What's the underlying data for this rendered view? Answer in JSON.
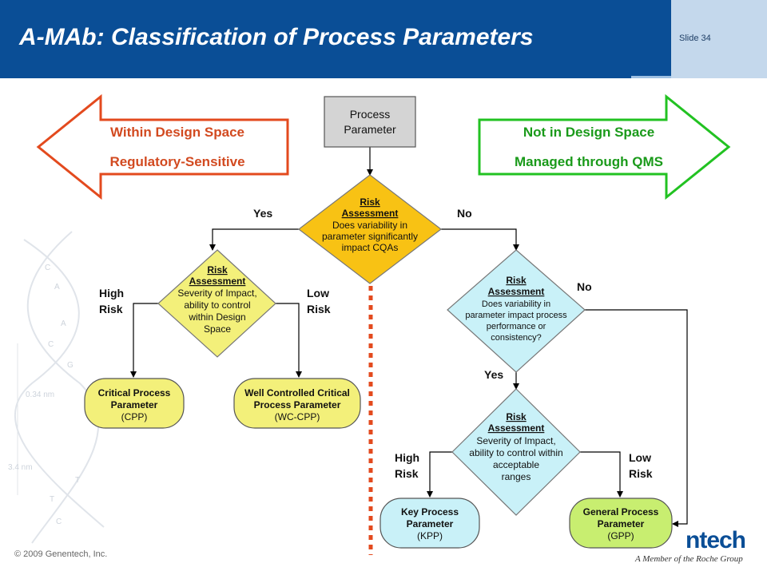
{
  "header": {
    "title": "A-MAb: Classification of Process Parameters",
    "slide": "Slide 34"
  },
  "footer": {
    "copyright": "© 2009 Genentech, Inc.",
    "logo": "ntech",
    "tagline": "A Member of the Roche Group"
  },
  "colors": {
    "header": "#0a4e96",
    "red_arrow": "#e34a1e",
    "green_arrow": "#22c222",
    "gold": "#f8c214",
    "cyan": "#c9f1f8",
    "yellow": "#f3f07a",
    "green_box": "#c8ee70"
  },
  "arrows": {
    "left": {
      "line1": "Within Design Space",
      "line2": "Regulatory-Sensitive"
    },
    "right": {
      "line1": "Not in Design Space",
      "line2": "Managed through QMS"
    }
  },
  "start": {
    "line1": "Process",
    "line2": "Parameter"
  },
  "decision_main": {
    "heading1": "Risk",
    "heading2": "Assessment",
    "lines": [
      "Does variability in",
      "parameter significantly",
      "impact CQAs"
    ]
  },
  "decision_left": {
    "heading1": "Risk",
    "heading2": "Assessment",
    "lines": [
      "Severity of Impact,",
      "ability to control",
      "within Design",
      "Space"
    ]
  },
  "decision_right_top": {
    "heading1": "Risk",
    "heading2": "Assessment",
    "lines": [
      "Does variability in",
      "parameter impact process",
      "performance or",
      "consistency?"
    ]
  },
  "decision_right_bottom": {
    "heading1": "Risk",
    "heading2": "Assessment",
    "lines": [
      "Severity of Impact,",
      "ability to control within",
      "acceptable",
      "ranges"
    ]
  },
  "labels": {
    "yes_main": "Yes",
    "no_main": "No",
    "high_left_1": "High",
    "high_left_2": "Risk",
    "low_left_1": "Low",
    "low_left_2": "Risk",
    "no_right": "No",
    "yes_right": "Yes",
    "high_right_1": "High",
    "high_right_2": "Risk",
    "low_right_1": "Low",
    "low_right_2": "Risk"
  },
  "outcomes": {
    "cpp": {
      "line1": "Critical Process",
      "line2": "Parameter",
      "line3": "(CPP)"
    },
    "wccpp": {
      "line1": "Well Controlled Critical",
      "line2": "Process Parameter",
      "line3": "(WC-CPP)"
    },
    "kpp": {
      "line1": "Key Process",
      "line2": "Parameter",
      "line3": "(KPP)"
    },
    "gpp": {
      "line1": "General Process",
      "line2": "Parameter",
      "line3": "(GPP)"
    }
  },
  "dna": {
    "d1": "0.34 nm",
    "d2": "3.4 nm"
  }
}
